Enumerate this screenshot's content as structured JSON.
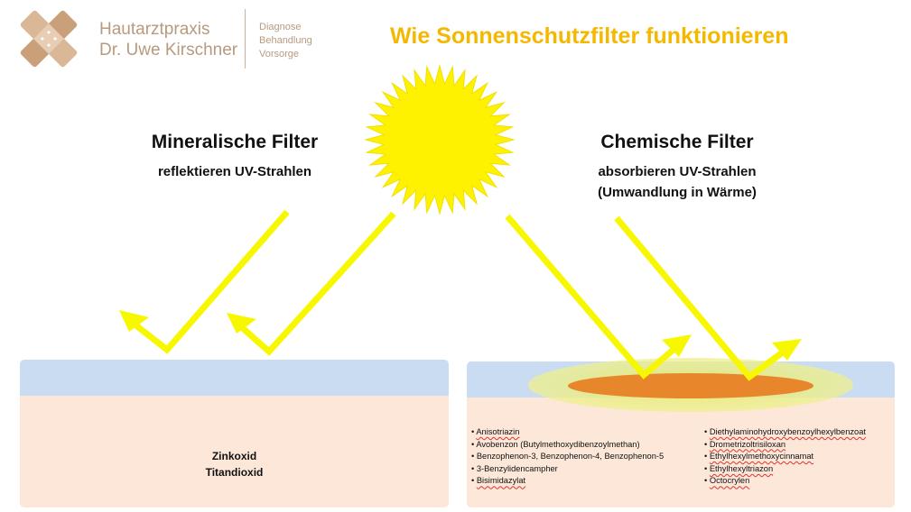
{
  "logo": {
    "name_line1": "Hautarztpraxis",
    "name_line2": "Dr. Uwe Kirschner",
    "taglines": [
      "Diagnose",
      "Behandlung",
      "Vorsorge"
    ]
  },
  "title": "Wie Sonnenschutzfilter funktionieren",
  "mineral": {
    "heading": "Mineralische Filter",
    "subheading": "reflektieren UV-Strahlen",
    "ingredients": [
      "Zinkoxid",
      "Titandioxid"
    ]
  },
  "chemical": {
    "heading": "Chemische Filter",
    "subheading_line1": "absorbieren UV-Strahlen",
    "subheading_line2": "(Umwandlung in Wärme)",
    "ingredients_left": [
      "Anisotriazin",
      "Avobenzon (Butylmethoxydibenzoylmethan)",
      "Benzophenon-3, Benzophenon-4, Benzophenon-5",
      "3-Benzylidencampher",
      "Bisimidazylat"
    ],
    "ingredients_right": [
      "Diethylaminohydroxybenzoylhexylbenzoat",
      "Drometrizoltrisiloxan",
      "Ethylhexylmethoxycinnamat",
      "Ethylhexyltriazon",
      "Octocrylen"
    ]
  },
  "colors": {
    "title": "#f5b800",
    "sun": "#fff200",
    "rays": "#f7f700",
    "skin_top": "#cadcf2",
    "skin_bottom": "#fce7d8",
    "absorption_glow": "#e8eb7a",
    "absorption_core": "#e8862c",
    "logo": "#b89a7e"
  }
}
